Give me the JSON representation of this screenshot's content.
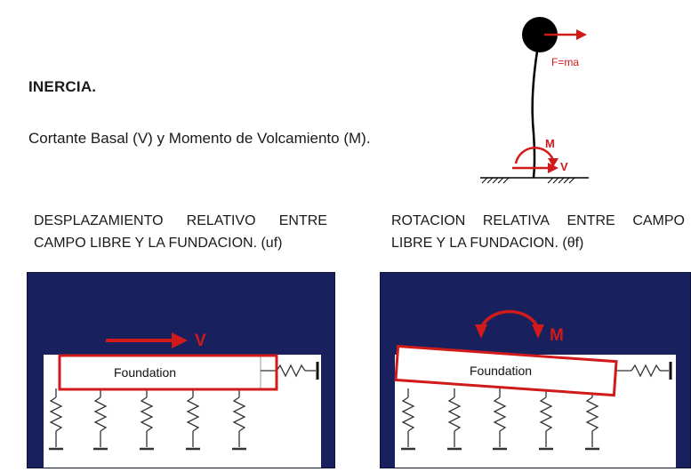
{
  "heading": "INERCIA.",
  "subheading": "Cortante Basal (V) y Momento de Volcamiento (M).",
  "top_diagram": {
    "force_label": "F=ma",
    "moment_label": "M",
    "shear_label": "V"
  },
  "left_caption": {
    "line1_words": [
      "DESPLAZAMIENTO",
      "RELATIVO",
      "ENTRE"
    ],
    "line2": "CAMPO LIBRE Y LA FUNDACION. (uf)"
  },
  "right_caption": {
    "line1_words": [
      "ROTACION",
      "RELATIVA",
      "ENTRE",
      "CAMPO"
    ],
    "line2": "LIBRE Y LA FUNDACION. (θf)"
  },
  "left_panel": {
    "foundation_label": "Foundation",
    "force_label": "V"
  },
  "right_panel": {
    "foundation_label": "Foundation",
    "moment_label": "M"
  },
  "colors": {
    "red": "#d11a1a",
    "panel_blue": "#18205e",
    "black": "#111111"
  }
}
